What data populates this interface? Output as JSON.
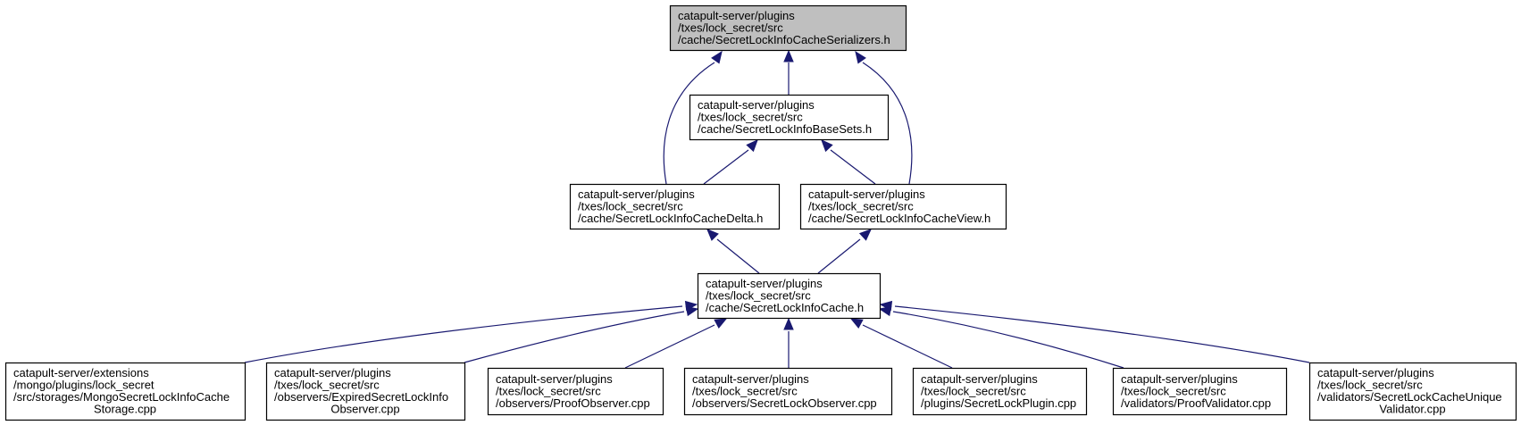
{
  "colors": {
    "edge": "#191970",
    "node_border": "#000000",
    "node_fill": "#ffffff",
    "highlight_fill": "#bfbfbf",
    "text": "#000000"
  },
  "nodes": {
    "serializers": {
      "lines": [
        "catapult-server/plugins",
        "/txes/lock_secret/src",
        "/cache/SecretLockInfoCacheSerializers.h"
      ],
      "highlight": true
    },
    "base_sets": {
      "lines": [
        "catapult-server/plugins",
        "/txes/lock_secret/src",
        "/cache/SecretLockInfoBaseSets.h"
      ]
    },
    "cache_delta": {
      "lines": [
        "catapult-server/plugins",
        "/txes/lock_secret/src",
        "/cache/SecretLockInfoCacheDelta.h"
      ]
    },
    "cache_view": {
      "lines": [
        "catapult-server/plugins",
        "/txes/lock_secret/src",
        "/cache/SecretLockInfoCacheView.h"
      ]
    },
    "cache": {
      "lines": [
        "catapult-server/plugins",
        "/txes/lock_secret/src",
        "/cache/SecretLockInfoCache.h"
      ]
    },
    "mongo_storage": {
      "lines": [
        "catapult-server/extensions",
        "/mongo/plugins/lock_secret",
        "/src/storages/MongoSecretLockInfoCache",
        "Storage.cpp"
      ]
    },
    "expired_observer": {
      "lines": [
        "catapult-server/plugins",
        "/txes/lock_secret/src",
        "/observers/ExpiredSecretLockInfo",
        "Observer.cpp"
      ]
    },
    "proof_observer": {
      "lines": [
        "catapult-server/plugins",
        "/txes/lock_secret/src",
        "/observers/ProofObserver.cpp"
      ]
    },
    "secret_lock_observer": {
      "lines": [
        "catapult-server/plugins",
        "/txes/lock_secret/src",
        "/observers/SecretLockObserver.cpp"
      ]
    },
    "secret_lock_plugin": {
      "lines": [
        "catapult-server/plugins",
        "/txes/lock_secret/src",
        "/plugins/SecretLockPlugin.cpp"
      ]
    },
    "proof_validator": {
      "lines": [
        "catapult-server/plugins",
        "/txes/lock_secret/src",
        "/validators/ProofValidator.cpp"
      ]
    },
    "unique_validator": {
      "lines": [
        "catapult-server/plugins",
        "/txes/lock_secret/src",
        "/validators/SecretLockCacheUnique",
        "Validator.cpp"
      ]
    }
  },
  "edges": [
    {
      "from": "base_sets",
      "to": "serializers"
    },
    {
      "from": "cache_delta",
      "to": "serializers"
    },
    {
      "from": "cache_view",
      "to": "serializers"
    },
    {
      "from": "cache_delta",
      "to": "base_sets"
    },
    {
      "from": "cache_view",
      "to": "base_sets"
    },
    {
      "from": "cache",
      "to": "cache_delta"
    },
    {
      "from": "cache",
      "to": "cache_view"
    },
    {
      "from": "mongo_storage",
      "to": "cache"
    },
    {
      "from": "expired_observer",
      "to": "cache"
    },
    {
      "from": "proof_observer",
      "to": "cache"
    },
    {
      "from": "secret_lock_observer",
      "to": "cache"
    },
    {
      "from": "secret_lock_plugin",
      "to": "cache"
    },
    {
      "from": "proof_validator",
      "to": "cache"
    },
    {
      "from": "unique_validator",
      "to": "cache"
    }
  ]
}
